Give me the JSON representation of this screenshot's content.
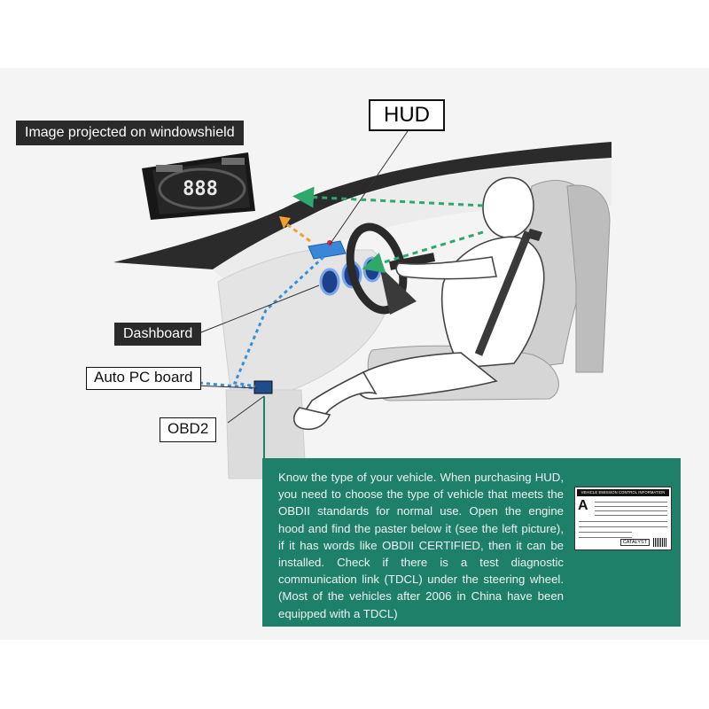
{
  "labels": {
    "projection": "Image projected on windowshield",
    "hud": "HUD",
    "dashboard": "Dashboard",
    "auto_pc_board": "Auto PC board",
    "obd2": "OBD2"
  },
  "hud_display": {
    "digits": "888"
  },
  "info": {
    "text": "Know the type of your vehicle. When purchasing HUD, you need to choose the type of vehicle that meets the OBDII standards for normal use. Open the engine hood and find the paster below it (see the left picture), if it has words like OBDII CERTIFIED, then it can be installed. Check if there is a test diagnostic communication link (TDCL) under the steering wheel. (Most of the vehicles after 2006 in China have been equipped with a TDCL)",
    "sticker_title": "VEHICLE EMISSION CONTROL INFORMATION",
    "sticker_grade": "A",
    "sticker_catalyst": "CATALYST"
  },
  "colors": {
    "background_panel": "#f4f4f4",
    "car_interior": "#e7e7e7",
    "info_panel": "#1e8068",
    "arrow_green": "#2ea86b",
    "arrow_orange": "#f0a030",
    "wire_blue": "#3a8fd8"
  }
}
